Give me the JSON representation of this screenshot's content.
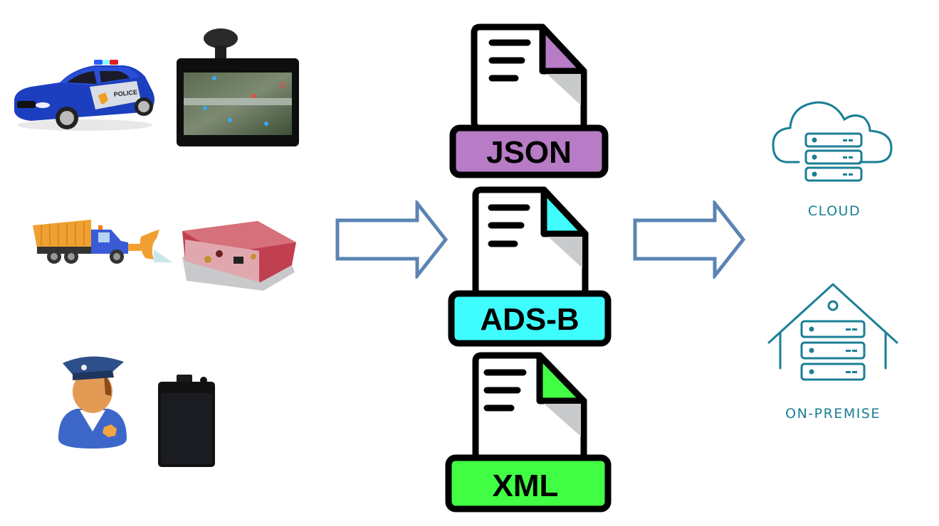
{
  "diagram": {
    "sources": [
      {
        "name": "police-car",
        "device": "in-vehicle-gps-tablet"
      },
      {
        "name": "snow-plow-truck",
        "device": "vehicle-telematics-modem"
      },
      {
        "name": "police-officer",
        "device": "body-worn-tracker"
      }
    ],
    "formats": [
      {
        "label": "JSON",
        "color": "#b77cc5"
      },
      {
        "label": "ADS-B",
        "color": "#3ffcff"
      },
      {
        "label": "XML",
        "color": "#41fd44"
      }
    ],
    "destinations": [
      {
        "label": "CLOUD",
        "icon": "cloud-server-icon"
      },
      {
        "label": "ON-PREMISE",
        "icon": "house-server-icon"
      }
    ],
    "colors": {
      "arrow": "#5b84b3",
      "destination": "#1a7f96",
      "page_fold": "#c9cacc"
    }
  }
}
